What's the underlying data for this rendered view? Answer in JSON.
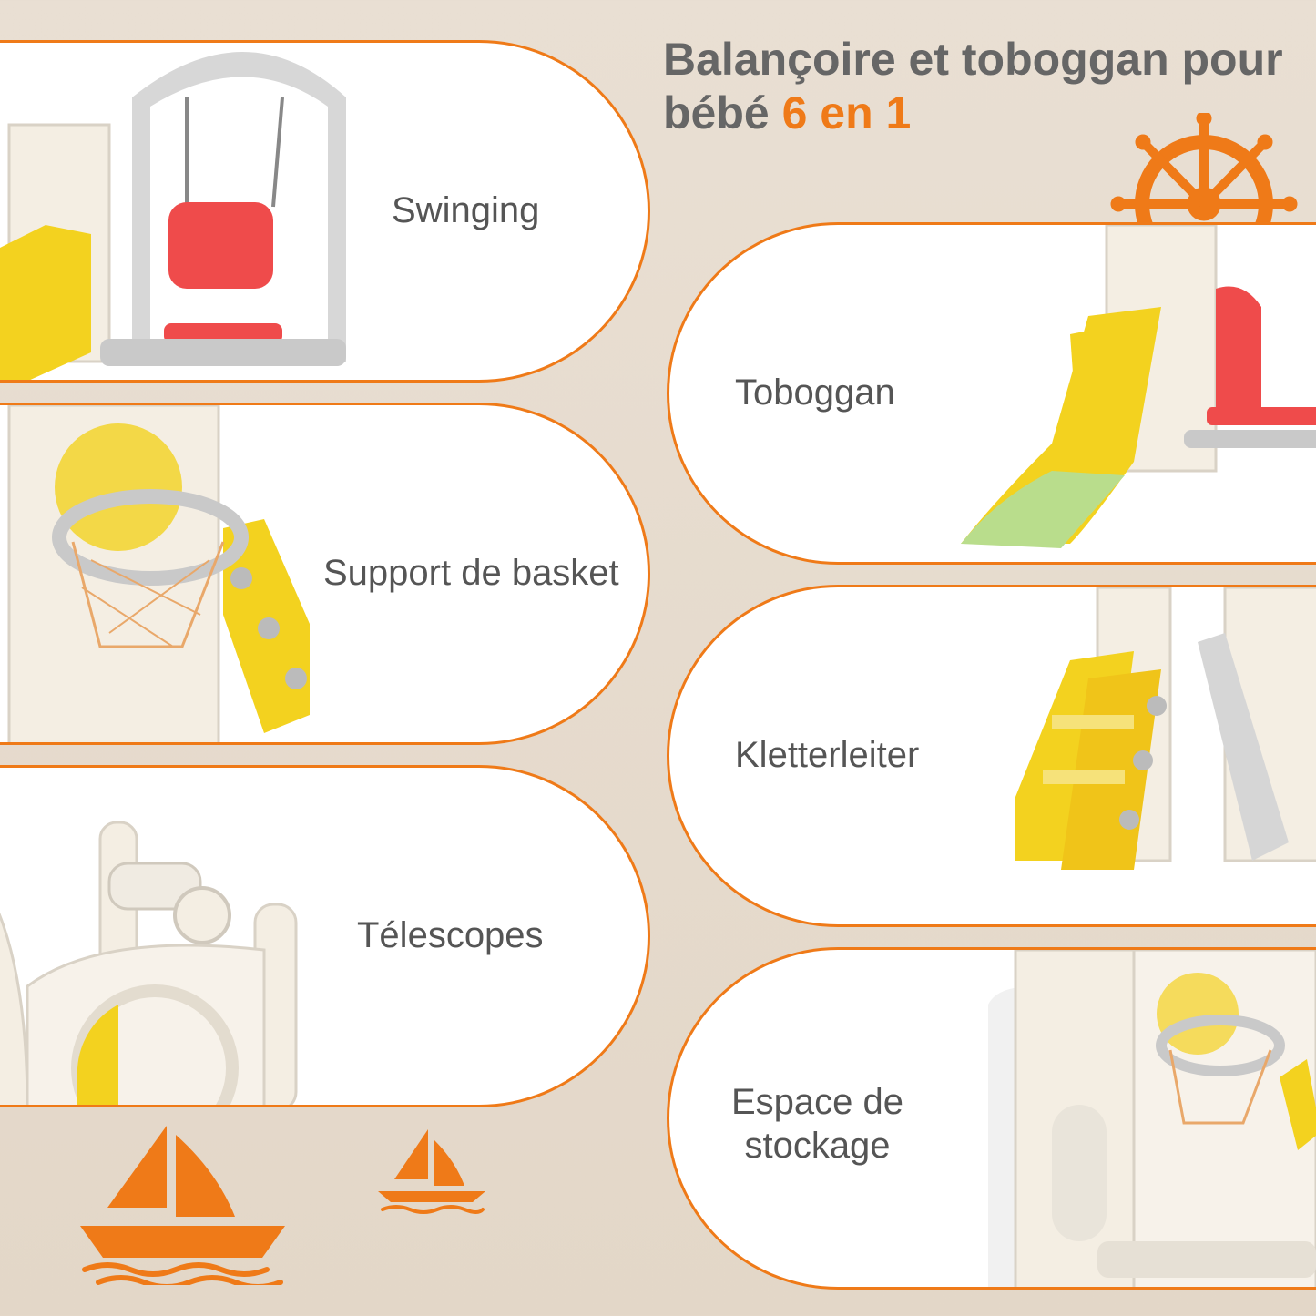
{
  "title": {
    "line1": "Balançoire et toboggan pour",
    "line2_prefix": "bébé ",
    "line2_accent": "6 en 1"
  },
  "features": [
    {
      "label": "Swinging"
    },
    {
      "label": "Toboggan"
    },
    {
      "label": "Support de basket"
    },
    {
      "label": "Kletterleiter"
    },
    {
      "label": "Télescopes"
    },
    {
      "label_line1": "Espace de",
      "label_line2": "stockage"
    }
  ],
  "colors": {
    "accent": "#ef7a18",
    "background": "#e6dbcd",
    "card": "#ffffff",
    "text": "#555555",
    "slide_yellow": "#f3d21f",
    "swing_red": "#ef4b4b",
    "frame_cream": "#f4eee3",
    "frame_gray": "#c9c9c9"
  },
  "icons": [
    "ship-wheel-icon",
    "sailboat-large-icon",
    "sailboat-small-icon"
  ]
}
